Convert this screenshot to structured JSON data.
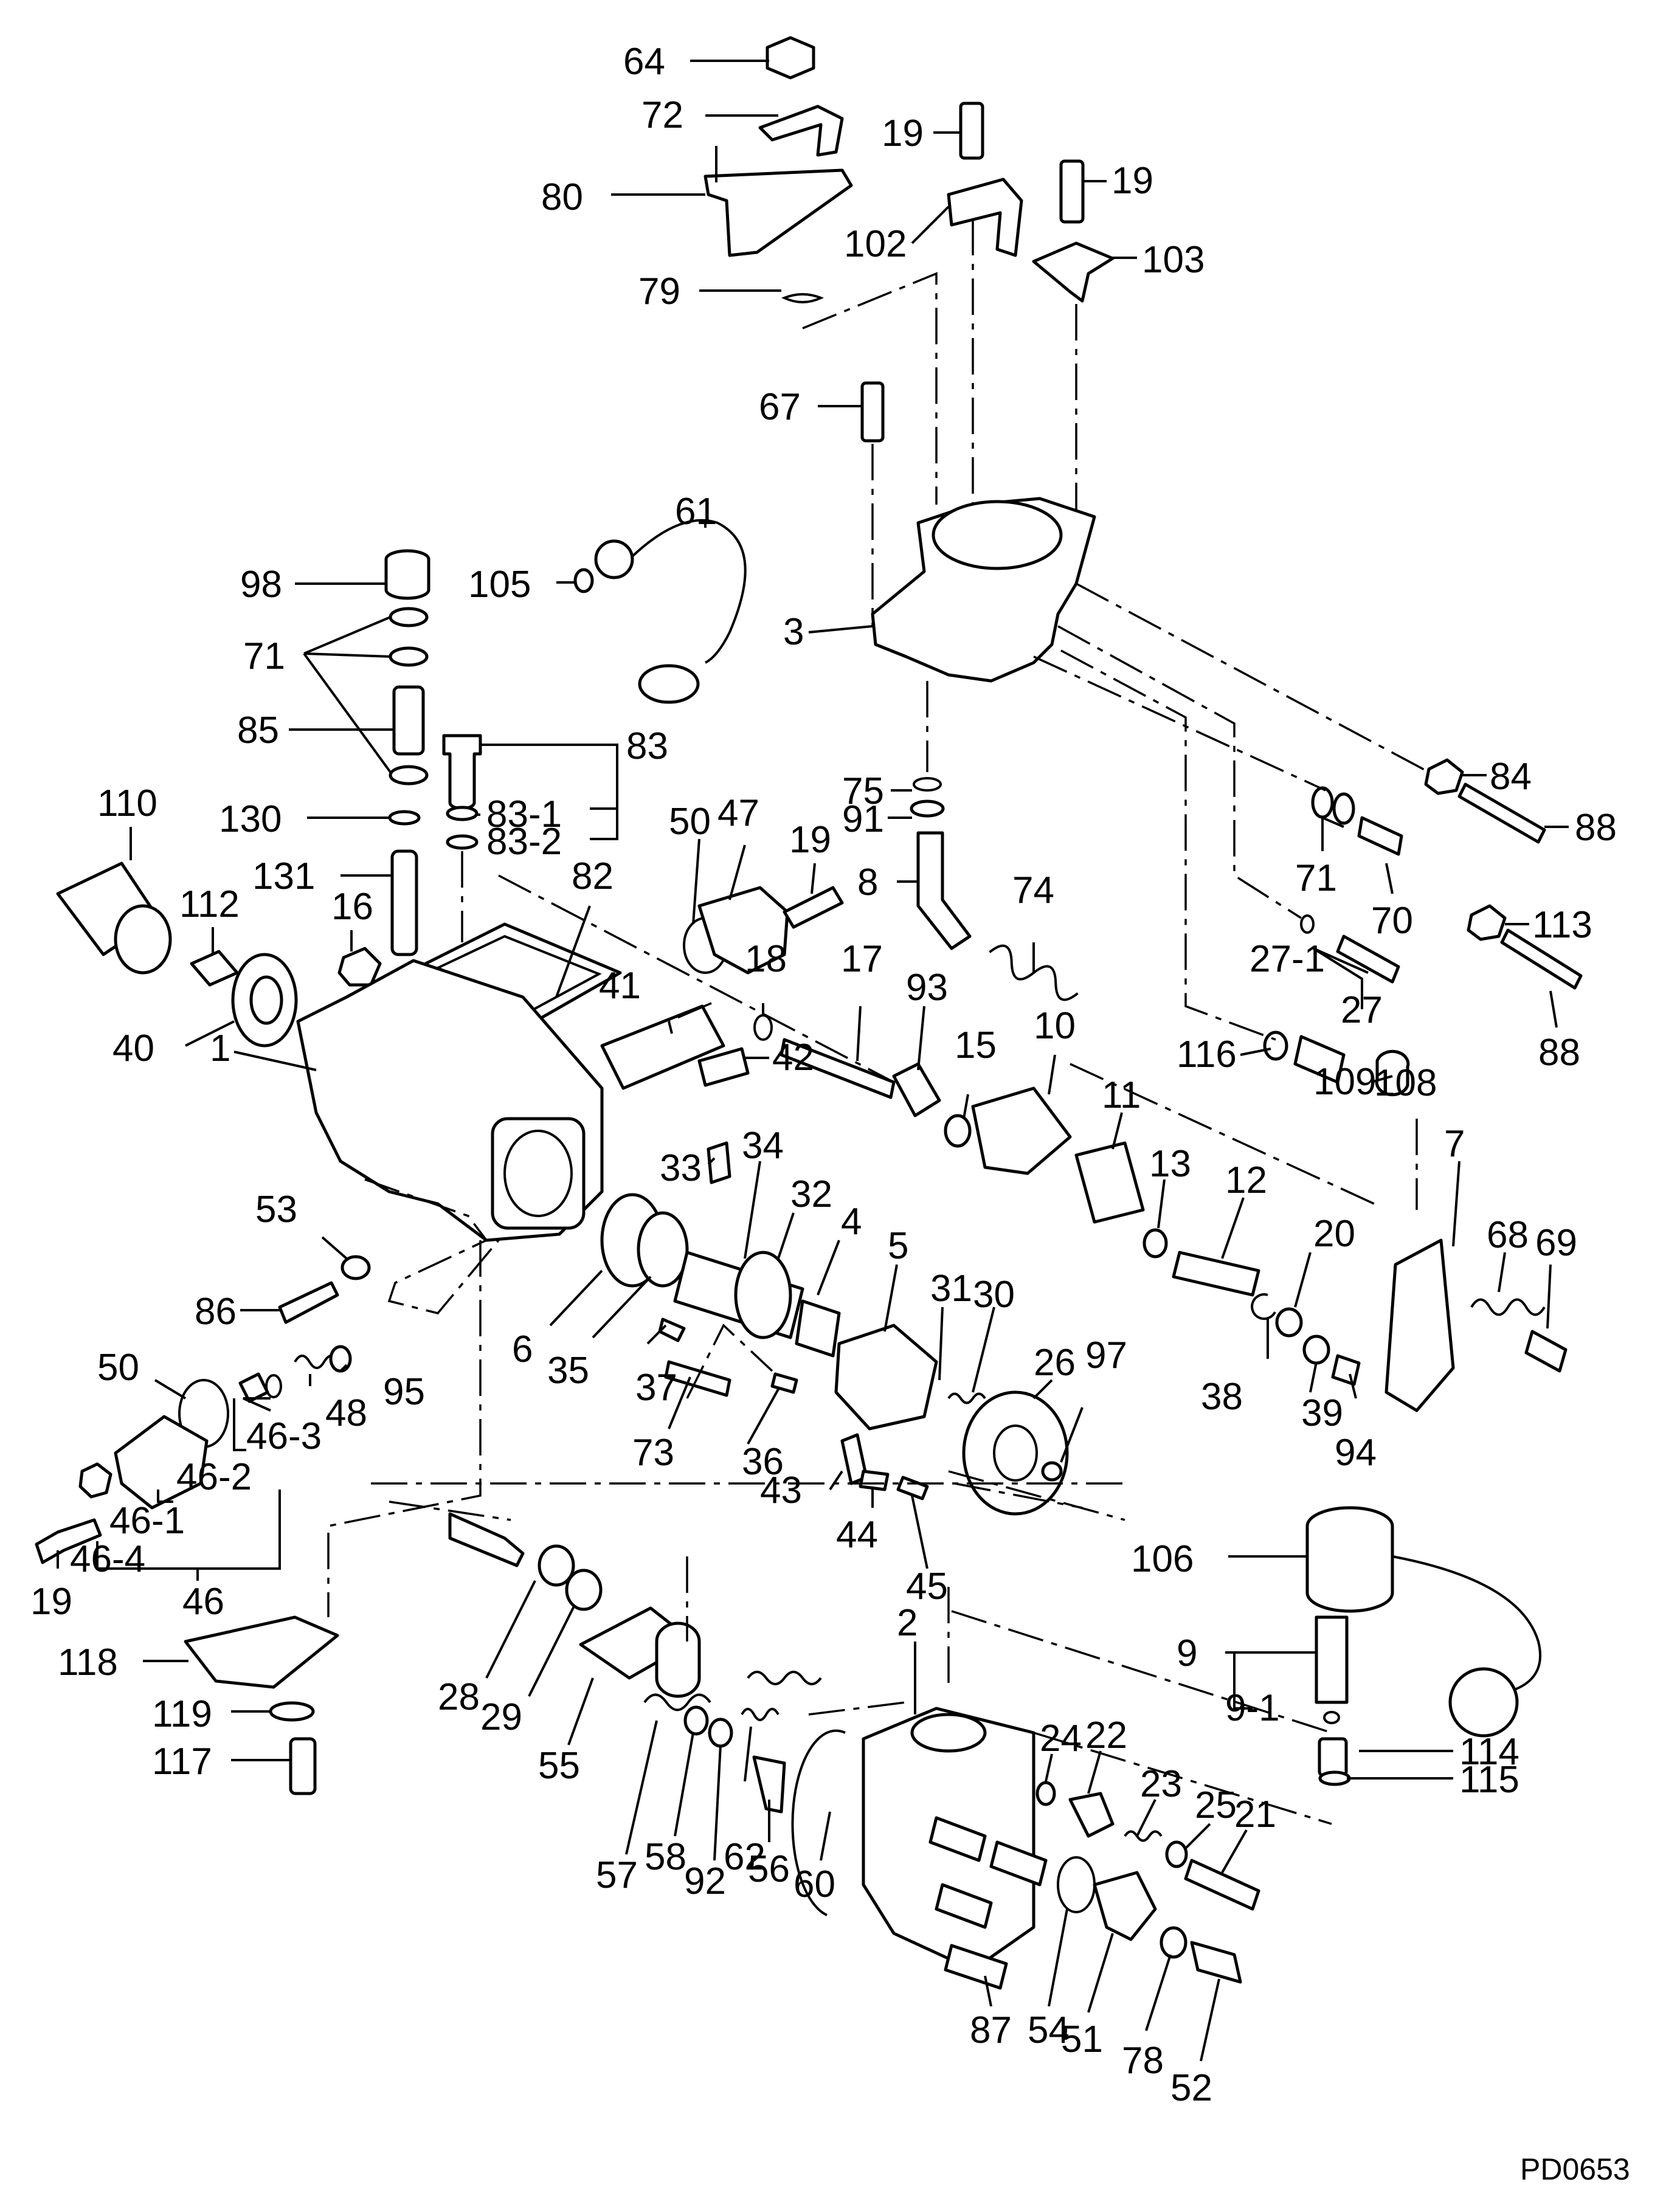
{
  "drawing_id": "PD0653",
  "labels": [
    {
      "id": "l64",
      "text": "64"
    },
    {
      "id": "l72",
      "text": "72"
    },
    {
      "id": "l80",
      "text": "80"
    },
    {
      "id": "l79",
      "text": "79"
    },
    {
      "id": "l19a",
      "text": "19"
    },
    {
      "id": "l19b",
      "text": "19"
    },
    {
      "id": "l102",
      "text": "102"
    },
    {
      "id": "l103",
      "text": "103"
    },
    {
      "id": "l67",
      "text": "67"
    },
    {
      "id": "l61",
      "text": "61"
    },
    {
      "id": "l105",
      "text": "105"
    },
    {
      "id": "l3",
      "text": "3"
    },
    {
      "id": "l98",
      "text": "98"
    },
    {
      "id": "l71a",
      "text": "71"
    },
    {
      "id": "l85",
      "text": "85"
    },
    {
      "id": "l83",
      "text": "83"
    },
    {
      "id": "l130",
      "text": "130"
    },
    {
      "id": "l83_1",
      "text": "83-1"
    },
    {
      "id": "l83_2",
      "text": "83-2"
    },
    {
      "id": "l131",
      "text": "131"
    },
    {
      "id": "l82",
      "text": "82"
    },
    {
      "id": "l110",
      "text": "110"
    },
    {
      "id": "l112",
      "text": "112"
    },
    {
      "id": "l16",
      "text": "16"
    },
    {
      "id": "l40",
      "text": "40"
    },
    {
      "id": "l1",
      "text": "1"
    },
    {
      "id": "l50a",
      "text": "50"
    },
    {
      "id": "l47",
      "text": "47"
    },
    {
      "id": "l19c",
      "text": "19"
    },
    {
      "id": "l75",
      "text": "75"
    },
    {
      "id": "l91",
      "text": "91"
    },
    {
      "id": "l8",
      "text": "8"
    },
    {
      "id": "l84",
      "text": "84"
    },
    {
      "id": "l88a",
      "text": "88"
    },
    {
      "id": "l74",
      "text": "74"
    },
    {
      "id": "l71b",
      "text": "71"
    },
    {
      "id": "l70",
      "text": "70"
    },
    {
      "id": "l113",
      "text": "113"
    },
    {
      "id": "l27_1",
      "text": "27-1"
    },
    {
      "id": "l88b",
      "text": "88"
    },
    {
      "id": "l27",
      "text": "27"
    },
    {
      "id": "l18",
      "text": "18"
    },
    {
      "id": "l17",
      "text": "17"
    },
    {
      "id": "l41",
      "text": "41"
    },
    {
      "id": "l93",
      "text": "93"
    },
    {
      "id": "l42",
      "text": "42"
    },
    {
      "id": "l15",
      "text": "15"
    },
    {
      "id": "l10",
      "text": "10"
    },
    {
      "id": "l116",
      "text": "116"
    },
    {
      "id": "l109",
      "text": "109"
    },
    {
      "id": "l108",
      "text": "108"
    },
    {
      "id": "l7",
      "text": "7"
    },
    {
      "id": "l33",
      "text": "33"
    },
    {
      "id": "l11",
      "text": "11"
    },
    {
      "id": "l13",
      "text": "13"
    },
    {
      "id": "l12",
      "text": "12"
    },
    {
      "id": "l34",
      "text": "34"
    },
    {
      "id": "l32",
      "text": "32"
    },
    {
      "id": "l53",
      "text": "53"
    },
    {
      "id": "l4",
      "text": "4"
    },
    {
      "id": "l5",
      "text": "5"
    },
    {
      "id": "l20",
      "text": "20"
    },
    {
      "id": "l68",
      "text": "68"
    },
    {
      "id": "l69",
      "text": "69"
    },
    {
      "id": "l31",
      "text": "31"
    },
    {
      "id": "l30",
      "text": "30"
    },
    {
      "id": "l86",
      "text": "86"
    },
    {
      "id": "l6",
      "text": "6"
    },
    {
      "id": "l35",
      "text": "35"
    },
    {
      "id": "l26",
      "text": "26"
    },
    {
      "id": "l97",
      "text": "97"
    },
    {
      "id": "l38",
      "text": "38"
    },
    {
      "id": "l37",
      "text": "37"
    },
    {
      "id": "l39",
      "text": "39"
    },
    {
      "id": "l94",
      "text": "94"
    },
    {
      "id": "l50b",
      "text": "50"
    },
    {
      "id": "l95",
      "text": "95"
    },
    {
      "id": "l48",
      "text": "48"
    },
    {
      "id": "l46_3",
      "text": "46-3"
    },
    {
      "id": "l73",
      "text": "73"
    },
    {
      "id": "l36",
      "text": "36"
    },
    {
      "id": "l46_2",
      "text": "46-2"
    },
    {
      "id": "l43",
      "text": "43"
    },
    {
      "id": "l46_1",
      "text": "46-1"
    },
    {
      "id": "l44",
      "text": "44"
    },
    {
      "id": "l106",
      "text": "106"
    },
    {
      "id": "l19d",
      "text": "19"
    },
    {
      "id": "l46_4",
      "text": "46-4"
    },
    {
      "id": "l46",
      "text": "46"
    },
    {
      "id": "l45",
      "text": "45"
    },
    {
      "id": "l2",
      "text": "2"
    },
    {
      "id": "l118",
      "text": "118"
    },
    {
      "id": "l9",
      "text": "9"
    },
    {
      "id": "l9_1",
      "text": "9-1"
    },
    {
      "id": "l28",
      "text": "28"
    },
    {
      "id": "l29",
      "text": "29"
    },
    {
      "id": "l119",
      "text": "119"
    },
    {
      "id": "l55",
      "text": "55"
    },
    {
      "id": "l24",
      "text": "24"
    },
    {
      "id": "l22",
      "text": "22"
    },
    {
      "id": "l114",
      "text": "114"
    },
    {
      "id": "l115",
      "text": "115"
    },
    {
      "id": "l117",
      "text": "117"
    },
    {
      "id": "l23",
      "text": "23"
    },
    {
      "id": "l25",
      "text": "25"
    },
    {
      "id": "l21",
      "text": "21"
    },
    {
      "id": "l57",
      "text": "57"
    },
    {
      "id": "l58",
      "text": "58"
    },
    {
      "id": "l92",
      "text": "92"
    },
    {
      "id": "l62",
      "text": "62"
    },
    {
      "id": "l56",
      "text": "56"
    },
    {
      "id": "l60",
      "text": "60"
    },
    {
      "id": "l87",
      "text": "87"
    },
    {
      "id": "l54",
      "text": "54"
    },
    {
      "id": "l51",
      "text": "51"
    },
    {
      "id": "l78",
      "text": "78"
    },
    {
      "id": "l52",
      "text": "52"
    }
  ]
}
